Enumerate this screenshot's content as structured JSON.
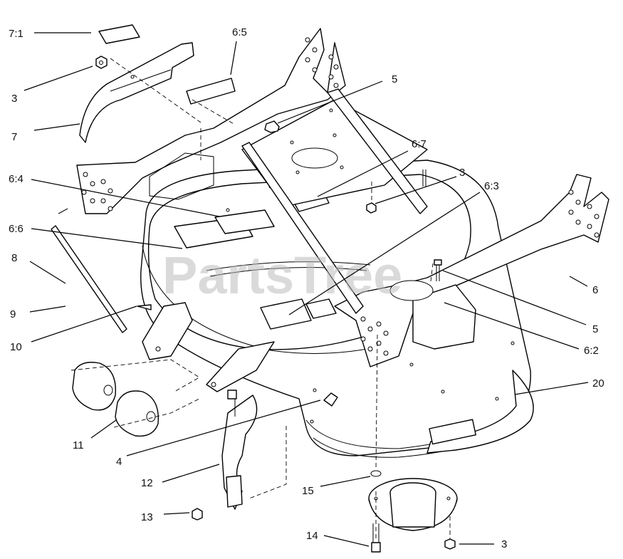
{
  "watermark": "PartsTree",
  "callouts": [
    {
      "id": "7-1",
      "text": "7:1"
    },
    {
      "id": "6-5",
      "text": "6:5"
    },
    {
      "id": "3-a",
      "text": "3"
    },
    {
      "id": "5-a",
      "text": "5"
    },
    {
      "id": "7",
      "text": "7"
    },
    {
      "id": "6-7",
      "text": "6:7"
    },
    {
      "id": "3-b",
      "text": "3"
    },
    {
      "id": "6-4",
      "text": "6:4"
    },
    {
      "id": "6-3",
      "text": "6:3"
    },
    {
      "id": "6-6",
      "text": "6:6"
    },
    {
      "id": "8",
      "text": "8"
    },
    {
      "id": "6",
      "text": "6"
    },
    {
      "id": "9",
      "text": "9"
    },
    {
      "id": "5-b",
      "text": "5"
    },
    {
      "id": "10",
      "text": "10"
    },
    {
      "id": "6-2",
      "text": "6:2"
    },
    {
      "id": "20",
      "text": "20"
    },
    {
      "id": "11",
      "text": "11"
    },
    {
      "id": "4",
      "text": "4"
    },
    {
      "id": "12",
      "text": "12"
    },
    {
      "id": "15",
      "text": "15"
    },
    {
      "id": "13",
      "text": "13"
    },
    {
      "id": "14",
      "text": "14"
    },
    {
      "id": "3-c",
      "text": "3"
    }
  ]
}
